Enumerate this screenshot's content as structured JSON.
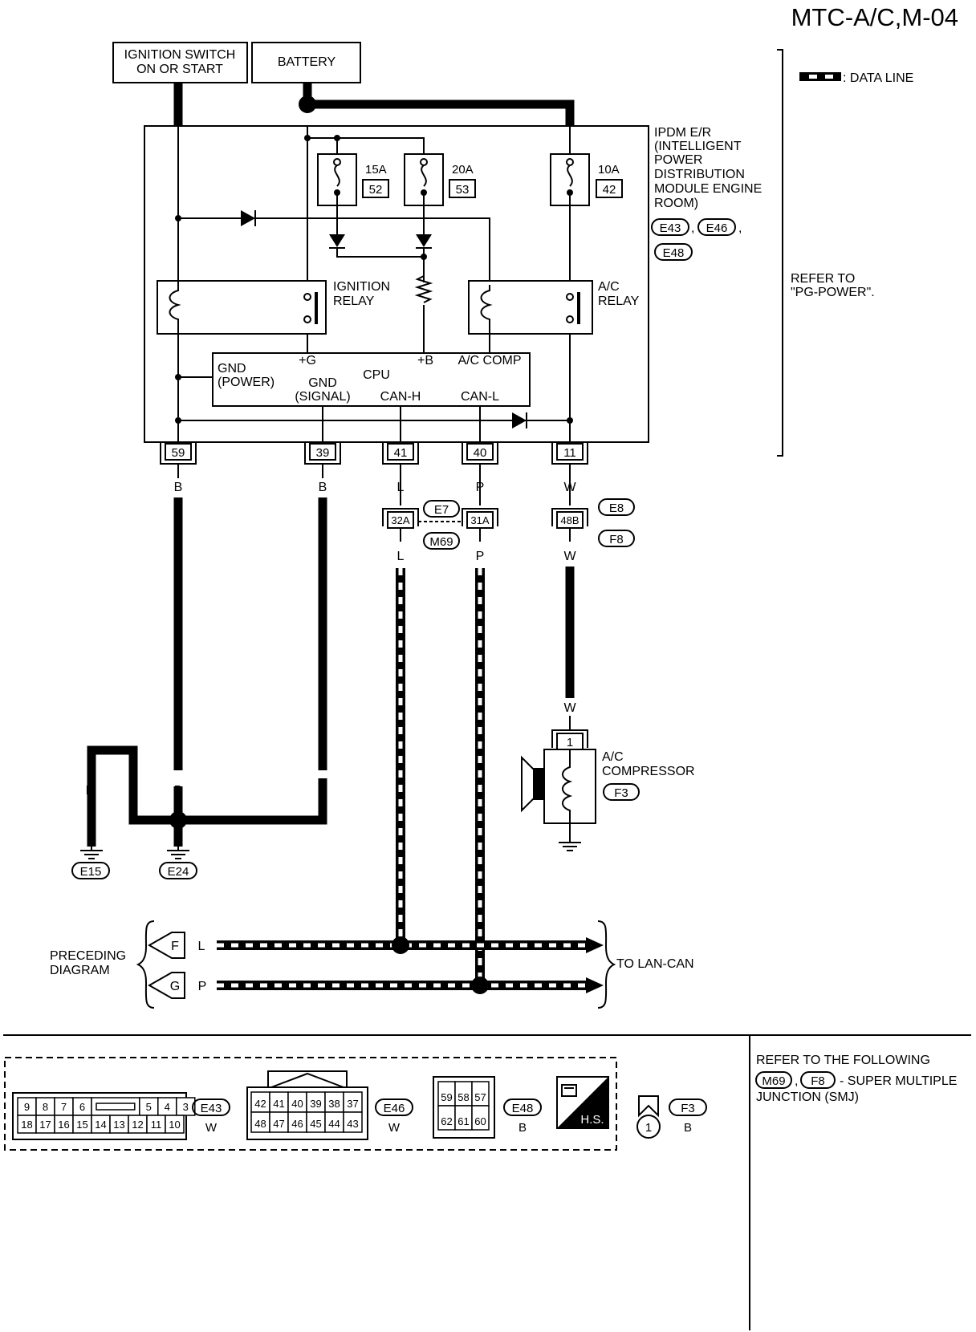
{
  "title": "MTC-A/C,M-04",
  "legend": {
    "data_line": ": DATA LINE"
  },
  "top_boxes": {
    "ignition_switch": [
      "IGNITION SWITCH",
      "ON OR START"
    ],
    "battery": "BATTERY"
  },
  "ipdm": {
    "label": [
      "IPDM E/R",
      "(INTELLIGENT",
      "POWER",
      "DISTRIBUTION",
      "MODULE ENGINE",
      "ROOM)"
    ],
    "connectors": [
      "E43",
      "E46",
      "E48"
    ],
    "refer": [
      "REFER TO",
      "\"PG-POWER\"."
    ]
  },
  "fuses": [
    {
      "amps": "15A",
      "num": "52"
    },
    {
      "amps": "20A",
      "num": "53"
    },
    {
      "amps": "10A",
      "num": "42"
    }
  ],
  "relays": {
    "ignition": [
      "IGNITION",
      "RELAY"
    ],
    "ac": [
      "A/C",
      "RELAY"
    ]
  },
  "cpu": {
    "label": "CPU",
    "gnd_power": [
      "GND",
      "(POWER)"
    ],
    "plus_g": "+G",
    "plus_b": "+B",
    "ac_comp": "A/C COMP",
    "gnd_signal": [
      "GND",
      "(SIGNAL)"
    ],
    "can_h": "CAN-H",
    "can_l": "CAN-L"
  },
  "pins": [
    "59",
    "39",
    "41",
    "40",
    "11"
  ],
  "wire_colors": {
    "b": "B",
    "l": "L",
    "p": "P",
    "w": "W"
  },
  "junction": {
    "pin_l": "32A",
    "pin_p": "31A",
    "conn_top": "E7",
    "conn_bot": "M69"
  },
  "w_junction": {
    "pin": "48B",
    "conn_top": "E8",
    "conn_bot": "F8"
  },
  "compressor": {
    "pin": "1",
    "label": [
      "A/C",
      "COMPRESSOR"
    ],
    "conn": "F3"
  },
  "grounds": [
    "E15",
    "E24"
  ],
  "lan": {
    "preceding": [
      "PRECEDING",
      "DIAGRAM"
    ],
    "to": "TO LAN-CAN",
    "f": "F",
    "g": "G"
  },
  "connector_panel": {
    "e43": {
      "row1": [
        "9",
        "8",
        "7",
        "6",
        "",
        "5",
        "4",
        "3"
      ],
      "row2": [
        "18",
        "17",
        "16",
        "15",
        "14",
        "13",
        "12",
        "11",
        "10"
      ],
      "name": "E43",
      "color": "W"
    },
    "e46": {
      "row1": [
        "42",
        "41",
        "40",
        "39",
        "38",
        "37"
      ],
      "row2": [
        "48",
        "47",
        "46",
        "45",
        "44",
        "43"
      ],
      "name": "E46",
      "color": "W"
    },
    "e48": {
      "row1": [
        "59",
        "58",
        "57"
      ],
      "row2": [
        "62",
        "61",
        "60"
      ],
      "name": "E48",
      "color": "B"
    },
    "hs": "H.S.",
    "f3": {
      "pin": "1",
      "name": "F3",
      "color": "B"
    }
  },
  "refer_following": {
    "line1": "REFER TO THE FOLLOWING",
    "conn1": "M69",
    "conn2": "F8",
    "suffix": "- SUPER MULTIPLE",
    "line3": "JUNCTION (SMJ)"
  }
}
